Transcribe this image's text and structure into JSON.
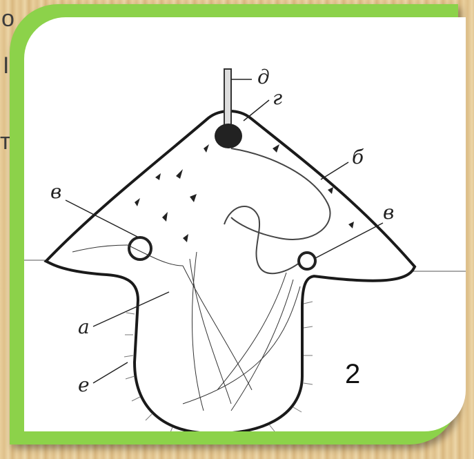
{
  "background_text": [
    "о",
    "I",
    "т"
  ],
  "diagram": {
    "labels": {
      "a": "а",
      "b": "б",
      "v_left": "в",
      "v_right": "в",
      "g": "г",
      "d": "д",
      "e": "е"
    },
    "figure_number": "2"
  },
  "colors": {
    "frame": "#8cd24a",
    "card": "#ffffff",
    "ink": "#222222"
  }
}
